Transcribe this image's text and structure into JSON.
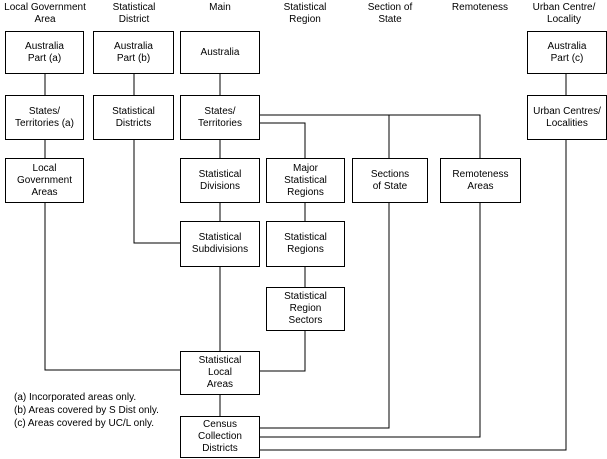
{
  "headers": {
    "lga": "Local Government\nArea",
    "sd": "Statistical\nDistrict",
    "main": "Main",
    "sr": "Statistical\nRegion",
    "sos": "Section of\nState",
    "remote": "Remoteness",
    "ucl": "Urban Centre/\nLocality"
  },
  "boxes": {
    "aus_a": "Australia\nPart (a)",
    "aus_b": "Australia\nPart (b)",
    "aus": "Australia",
    "aus_c": "Australia\nPart (c)",
    "st_a": "States/\nTerritories (a)",
    "stat_districts": "Statistical\nDistricts",
    "states": "States/\nTerritories",
    "ucl": "Urban Centres/\nLocalities",
    "lga": "Local\nGovernment\nAreas",
    "divisions": "Statistical\nDivisions",
    "major_regions": "Major\nStatistical\nRegions",
    "sections": "Sections\nof State",
    "remoteness": "Remoteness\nAreas",
    "subdivisions": "Statistical\nSubdivisions",
    "regions": "Statistical\nRegions",
    "region_sectors": "Statistical\nRegion\nSectors",
    "sla": "Statistical\nLocal\nAreas",
    "ccd": "Census\nCollection\nDistricts"
  },
  "notes": {
    "a": "(a) Incorporated areas only.",
    "b": "(b) Areas covered by S Dist only.",
    "c": "(c) Areas covered by UC/L only."
  }
}
